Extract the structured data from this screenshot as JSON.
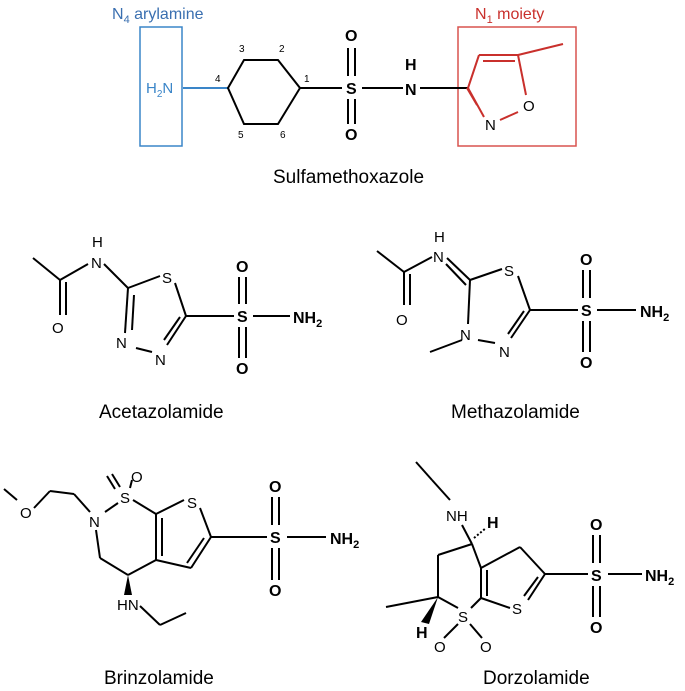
{
  "header": {
    "n4_label_prefix": "N",
    "n4_label_sub": "4",
    "n4_label_rest": " arylamine",
    "n1_label_prefix": "N",
    "n1_label_sub": "1",
    "n1_label_rest": " moiety",
    "n4_color": "#3a6fb0",
    "n1_color": "#c9302c"
  },
  "sulfa": {
    "name": "Sulfamethoxazole",
    "h2n_prefix": "H",
    "h2n_sub": "2",
    "h2n_n": "N",
    "ring_numbers": [
      "1",
      "2",
      "3",
      "4",
      "5",
      "6"
    ],
    "s": "S",
    "o_top": "O",
    "o_bottom": "O",
    "h": "H",
    "n": "N",
    "isox_n": "N",
    "isox_o": "O"
  },
  "acetazolamide": {
    "name": "Acetazolamide",
    "h": "H",
    "n_amide": "N",
    "o_carbonyl": "O",
    "s_ring": "S",
    "n1": "N",
    "n2": "N",
    "s": "S",
    "o_top": "O",
    "o_bottom": "O",
    "nh2_prefix": "NH",
    "nh2_sub": "2"
  },
  "methazolamide": {
    "name": "Methazolamide",
    "h": "H",
    "n_amide": "N",
    "o_carbonyl": "O",
    "s_ring": "S",
    "n_methyl": "N",
    "n_ring": "N",
    "s": "S",
    "o_top": "O",
    "o_bottom": "O",
    "nh2_prefix": "NH",
    "nh2_sub": "2"
  },
  "brinzolamide": {
    "name": "Brinzolamide",
    "o_ether": "O",
    "n_ring": "N",
    "s_sulfonyl": "S",
    "o_sulfonyl": "O",
    "s_thio": "S",
    "s": "S",
    "o_top": "O",
    "o_bottom": "O",
    "nh2_prefix": "NH",
    "nh2_sub": "2",
    "hn": "HN"
  },
  "dorzolamide": {
    "name": "Dorzolamide",
    "nh": "NH",
    "h_top": "H",
    "s_thio": "S",
    "s_sulfonyl": "S",
    "o_left": "O",
    "o_right": "O",
    "h_bottom": "H",
    "s": "S",
    "o_top": "O",
    "o_bottom": "O",
    "nh2_prefix": "NH",
    "nh2_sub": "2"
  }
}
